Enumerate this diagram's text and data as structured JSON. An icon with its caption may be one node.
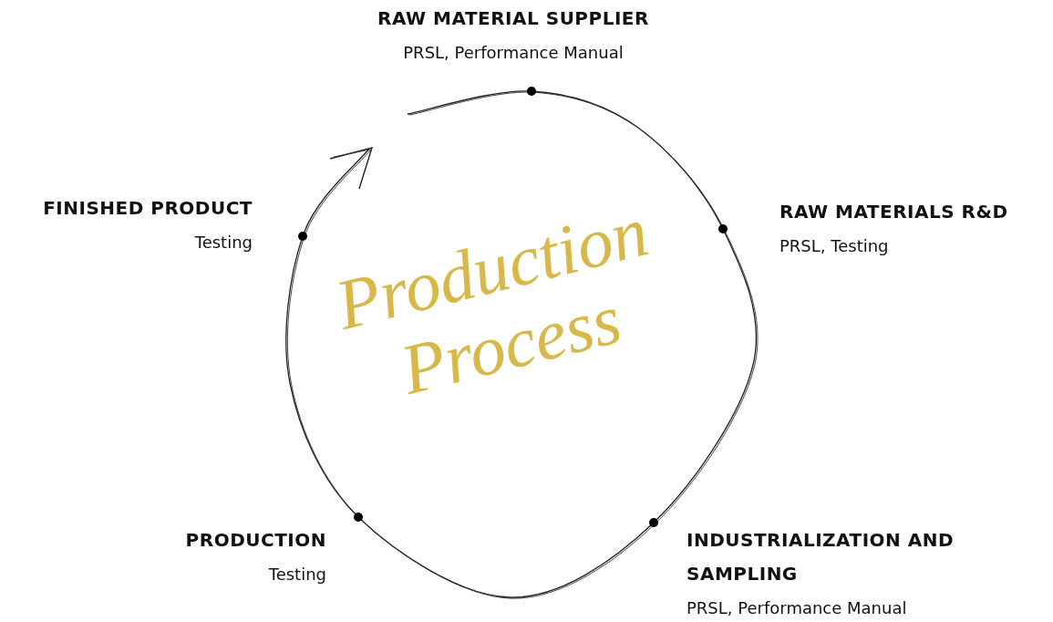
{
  "diagram": {
    "title": "Production Process",
    "nodes": [
      {
        "text": [
          "RAW MATERIAL SUPPLIER",
          "PRSL, Performance Manual"
        ]
      },
      {
        "text": [
          "RAW MATERIALS R&D",
          "PRSL, Testing"
        ]
      },
      {
        "text": [
          "INDUSTRIALIZATION AND SAMPLING",
          "PRSL, Performance Manual"
        ]
      },
      {
        "text": [
          "PRODUCTION",
          "Testing"
        ]
      },
      {
        "text": [
          "FINISHED PRODUCT",
          "Testing"
        ]
      }
    ]
  }
}
